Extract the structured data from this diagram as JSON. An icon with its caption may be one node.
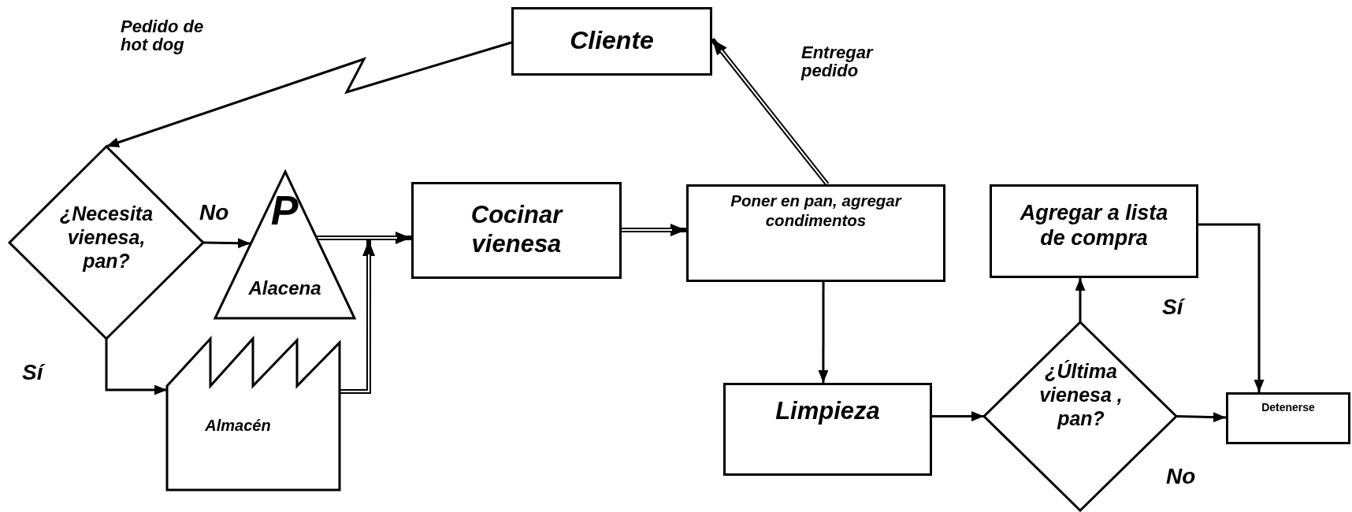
{
  "diagram": {
    "nodes": [
      {
        "text": [
          "Cliente"
        ]
      },
      {
        "text": [
          "¿Necesita vienesa, pan?"
        ]
      },
      {
        "text": [
          "P",
          "Alacena"
        ]
      },
      {
        "text": [
          "Almacén"
        ]
      },
      {
        "text": [
          "Cocinar vienesa"
        ]
      },
      {
        "text": [
          "Poner en pan, agregar condimentos"
        ]
      },
      {
        "text": [
          "Agregar a lista de compra"
        ]
      },
      {
        "text": [
          "Limpieza"
        ]
      },
      {
        "text": [
          "¿Última vienesa , pan?"
        ]
      },
      {
        "text": [
          "Detenerse"
        ]
      }
    ],
    "edges": [
      {
        "from": 0,
        "to": 1,
        "arrow": "to",
        "label": "Pedido de hot dog"
      },
      {
        "from": 1,
        "to": 2,
        "arrow": "to",
        "label": "No"
      },
      {
        "from": 1,
        "to": 3,
        "arrow": "to",
        "label": "Sí"
      },
      {
        "from": 2,
        "to": 4,
        "arrow": "to",
        "style": "thick"
      },
      {
        "from": 3,
        "to": 4,
        "arrow": "to",
        "style": "thick"
      },
      {
        "from": 4,
        "to": 5,
        "arrow": "to",
        "style": "thick"
      },
      {
        "from": 5,
        "to": 0,
        "arrow": "to",
        "style": "thick",
        "label": "Entregar pedido"
      },
      {
        "from": 5,
        "to": 7,
        "arrow": "to"
      },
      {
        "from": 7,
        "to": 8,
        "arrow": "to"
      },
      {
        "from": 8,
        "to": 6,
        "arrow": "to",
        "label": "Sí"
      },
      {
        "from": 8,
        "to": 9,
        "arrow": "to",
        "label": "No"
      },
      {
        "from": 6,
        "to": 9,
        "arrow": "to"
      }
    ]
  }
}
